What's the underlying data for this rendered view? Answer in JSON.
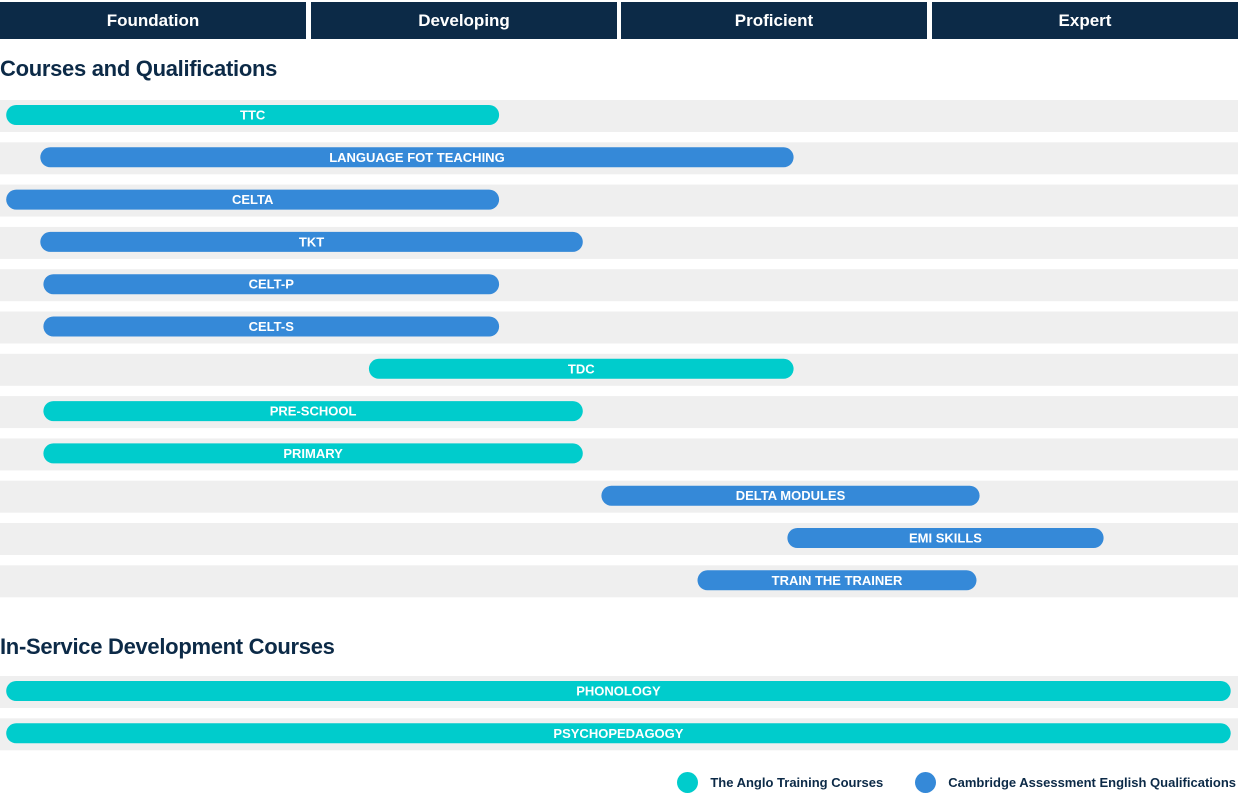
{
  "header": {
    "levels": [
      "Foundation",
      "Developing",
      "Proficient",
      "Expert"
    ]
  },
  "sections": [
    {
      "title": "Courses and Qualifications"
    },
    {
      "title": "In-Service Development Courses"
    }
  ],
  "legend": {
    "items": [
      {
        "label": "The Anglo Training Courses",
        "color": "#00cccc"
      },
      {
        "label": "Cambridge Assessment English Qualifications",
        "color": "#3589d8"
      }
    ]
  },
  "colors": {
    "header_bg": "#0c2a47",
    "row_bg": "#efefef",
    "anglo": "#00cccc",
    "cambridge": "#3589d8"
  },
  "chart_data": {
    "type": "bar",
    "orientation": "horizontal-range",
    "x_scale": [
      "Foundation",
      "Developing",
      "Proficient",
      "Expert"
    ],
    "xlim": [
      0,
      4
    ],
    "groups": [
      {
        "title": "Courses and Qualifications",
        "bars": [
          {
            "label": "TTC",
            "start": 0.02,
            "end": 1.61,
            "provider": "The Anglo Training Courses"
          },
          {
            "label": "LANGUAGE FOT TEACHING",
            "start": 0.13,
            "end": 2.56,
            "provider": "Cambridge Assessment English Qualifications"
          },
          {
            "label": "CELTA",
            "start": 0.02,
            "end": 1.61,
            "provider": "Cambridge Assessment English Qualifications"
          },
          {
            "label": "TKT",
            "start": 0.13,
            "end": 1.88,
            "provider": "Cambridge Assessment English Qualifications"
          },
          {
            "label": "CELT-P",
            "start": 0.14,
            "end": 1.61,
            "provider": "Cambridge Assessment English Qualifications"
          },
          {
            "label": "CELT-S",
            "start": 0.14,
            "end": 1.61,
            "provider": "Cambridge Assessment English Qualifications"
          },
          {
            "label": "TDC",
            "start": 1.19,
            "end": 2.56,
            "provider": "The Anglo Training Courses"
          },
          {
            "label": "PRE-SCHOOL",
            "start": 0.14,
            "end": 1.88,
            "provider": "The Anglo Training Courses"
          },
          {
            "label": "PRIMARY",
            "start": 0.14,
            "end": 1.88,
            "provider": "The Anglo Training Courses"
          },
          {
            "label": "DELTA MODULES",
            "start": 1.94,
            "end": 3.16,
            "provider": "Cambridge Assessment English Qualifications"
          },
          {
            "label": "EMI SKILLS",
            "start": 2.54,
            "end": 3.56,
            "provider": "Cambridge Assessment English Qualifications"
          },
          {
            "label": "TRAIN THE TRAINER",
            "start": 2.25,
            "end": 3.15,
            "provider": "Cambridge Assessment English Qualifications"
          }
        ]
      },
      {
        "title": "In-Service Development Courses",
        "bars": [
          {
            "label": "PHONOLOGY",
            "start": 0.02,
            "end": 3.97,
            "provider": "The Anglo Training Courses"
          },
          {
            "label": "PSYCHOPEDAGOGY",
            "start": 0.02,
            "end": 3.97,
            "provider": "The Anglo Training Courses"
          }
        ]
      }
    ]
  }
}
